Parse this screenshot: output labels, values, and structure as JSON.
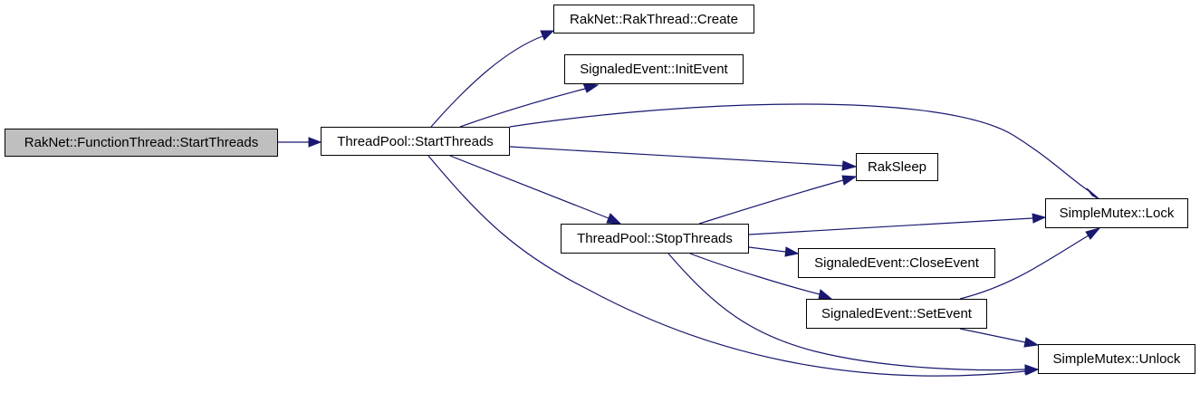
{
  "colors": {
    "edge": "#191970",
    "root_fill": "#bfbfbf",
    "node_fill": "#ffffff",
    "node_border": "#000000"
  },
  "nodes": {
    "function_thread_start_threads": "RakNet::FunctionThread::StartThreads",
    "thread_pool_start_threads": "ThreadPool::StartThreads",
    "rak_thread_create": "RakNet::RakThread::Create",
    "signaled_event_init_event": "SignaledEvent::InitEvent",
    "rak_sleep": "RakSleep",
    "simple_mutex_lock": "SimpleMutex::Lock",
    "thread_pool_stop_threads": "ThreadPool::StopThreads",
    "signaled_event_close_event": "SignaledEvent::CloseEvent",
    "signaled_event_set_event": "SignaledEvent::SetEvent",
    "simple_mutex_unlock": "SimpleMutex::Unlock"
  },
  "edges": [
    [
      "function_thread_start_threads",
      "thread_pool_start_threads"
    ],
    [
      "thread_pool_start_threads",
      "rak_thread_create"
    ],
    [
      "thread_pool_start_threads",
      "signaled_event_init_event"
    ],
    [
      "thread_pool_start_threads",
      "simple_mutex_lock"
    ],
    [
      "thread_pool_start_threads",
      "rak_sleep"
    ],
    [
      "thread_pool_start_threads",
      "thread_pool_stop_threads"
    ],
    [
      "thread_pool_start_threads",
      "simple_mutex_unlock"
    ],
    [
      "thread_pool_stop_threads",
      "rak_sleep"
    ],
    [
      "thread_pool_stop_threads",
      "simple_mutex_lock"
    ],
    [
      "thread_pool_stop_threads",
      "signaled_event_close_event"
    ],
    [
      "thread_pool_stop_threads",
      "signaled_event_set_event"
    ],
    [
      "thread_pool_stop_threads",
      "simple_mutex_unlock"
    ],
    [
      "signaled_event_set_event",
      "simple_mutex_lock"
    ],
    [
      "signaled_event_set_event",
      "simple_mutex_unlock"
    ]
  ]
}
